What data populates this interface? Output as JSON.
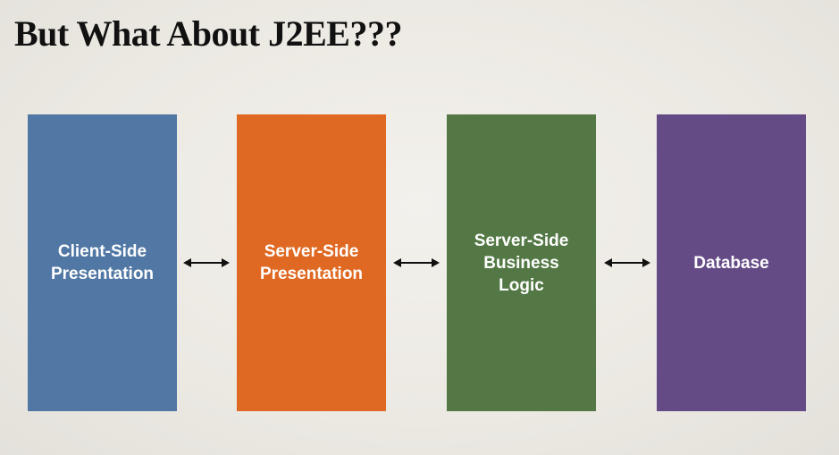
{
  "slide": {
    "title": "But What About J2EE???"
  },
  "tiers": [
    {
      "id": "client",
      "lines": [
        "Client-Side",
        "Presentation"
      ],
      "color": "#5177a4"
    },
    {
      "id": "server-presentation",
      "lines": [
        "Server-Side",
        "Presentation"
      ],
      "color": "#df6922"
    },
    {
      "id": "server-business",
      "lines": [
        "Server-Side",
        "Business",
        "Logic"
      ],
      "color": "#537845"
    },
    {
      "id": "database",
      "lines": [
        "Database"
      ],
      "color": "#644b86"
    }
  ],
  "connectors": [
    {
      "from": "client",
      "to": "server-presentation",
      "style": "bidirectional-arrow"
    },
    {
      "from": "server-presentation",
      "to": "server-business",
      "style": "bidirectional-arrow"
    },
    {
      "from": "server-business",
      "to": "database",
      "style": "bidirectional-arrow"
    }
  ],
  "colors": {
    "text_on_tier": "#ffffff",
    "title": "#111111",
    "arrow": "#111111"
  }
}
